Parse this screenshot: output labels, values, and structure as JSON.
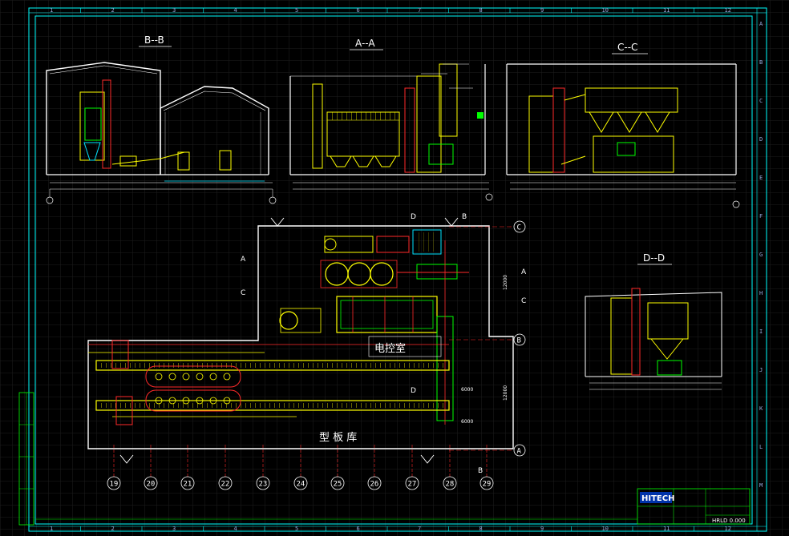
{
  "sections": {
    "bb": "B--B",
    "aa": "A--A",
    "cc": "C--C",
    "dd": "D--D"
  },
  "plan_labels": {
    "control_room": "电控室",
    "template_store": "型 板 库"
  },
  "plan_letters": {
    "a1": "A",
    "b1": "B",
    "c1": "C",
    "d1": "D",
    "a2": "A",
    "b2": "B",
    "c2": "C",
    "d2": "D"
  },
  "row_axes": [
    "C",
    "B",
    "A"
  ],
  "column_axes": [
    "19",
    "20",
    "21",
    "22",
    "23",
    "24",
    "25",
    "26",
    "27",
    "28",
    "29"
  ],
  "dims": {
    "d1": "6000",
    "d2": "6000",
    "d3": "12000",
    "d4": "12000"
  },
  "grid_top": [
    "1",
    "2",
    "3",
    "4",
    "5",
    "6",
    "7",
    "8",
    "9",
    "10",
    "11",
    "12"
  ],
  "grid_right": [
    "A",
    "B",
    "C",
    "D",
    "E",
    "F",
    "G",
    "H",
    "I",
    "J",
    "K",
    "L",
    "M"
  ],
  "title_block": {
    "logo": "HITECH",
    "drawing_no": "HRLD 0.000"
  },
  "colors": {
    "background": "#000000",
    "grid": "#1e1e1e",
    "frame": "#00ffff",
    "wall": "#ffffff",
    "equipment": "#ffff00",
    "green": "#00ff00",
    "red": "#ff2a2a",
    "cyan": "#00e5ff",
    "magenta": "#ff00ff"
  }
}
